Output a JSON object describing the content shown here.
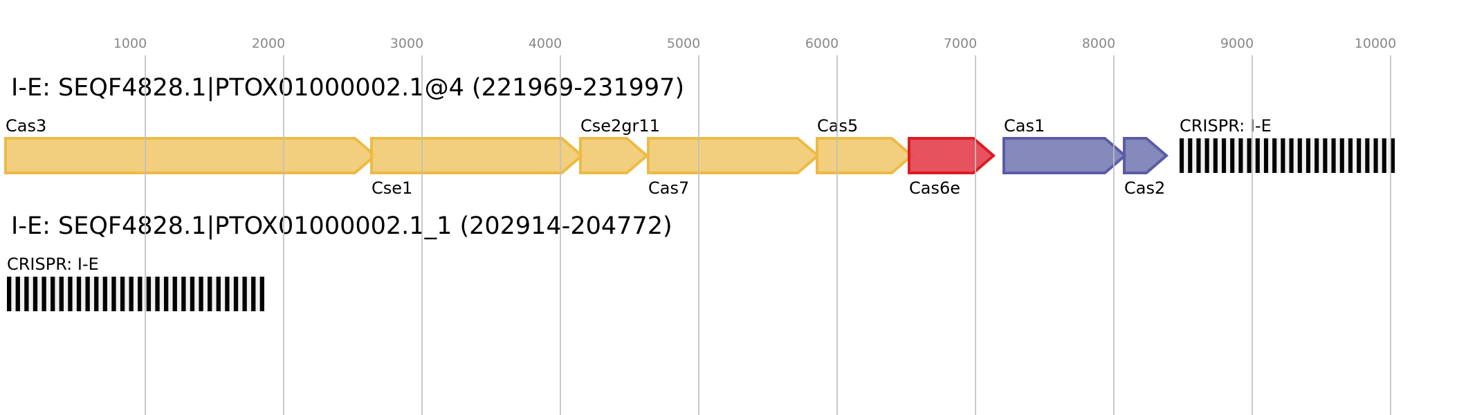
{
  "axis": {
    "ticks": [
      1000,
      2000,
      3000,
      4000,
      5000,
      6000,
      7000,
      8000,
      9000,
      10000
    ],
    "max_bp": 10500
  },
  "colors": {
    "yellow": {
      "fill": "#f0cb73",
      "stroke": "#ecba45"
    },
    "red": {
      "fill": "#e4434f",
      "stroke": "#dc1c24"
    },
    "blue": {
      "fill": "#7b7fb5",
      "stroke": "#5a5ca6"
    },
    "crispr_bar": "#000000",
    "crispr_bg": "#f0f0f0",
    "grid": "#c0c0c0"
  },
  "loci": [
    {
      "title": "I-E: SEQF4828.1|PTOX01000002.1@4 (221969-231997)",
      "features": [
        {
          "type": "gene",
          "label": "Cas3",
          "start": -10,
          "end": 2660,
          "color": "yellow",
          "label_pos": "above"
        },
        {
          "type": "gene",
          "label": "Cse1",
          "start": 2635,
          "end": 4155,
          "color": "yellow",
          "label_pos": "below"
        },
        {
          "type": "gene",
          "label": "Cse2gr11",
          "start": 4145,
          "end": 4625,
          "color": "yellow",
          "label_pos": "above"
        },
        {
          "type": "gene",
          "label": "Cas7",
          "start": 4635,
          "end": 5860,
          "color": "yellow",
          "label_pos": "below"
        },
        {
          "type": "gene",
          "label": "Cas5",
          "start": 5855,
          "end": 6540,
          "color": "yellow",
          "label_pos": "above"
        },
        {
          "type": "gene",
          "label": "Cas6e",
          "start": 6520,
          "end": 7130,
          "color": "red",
          "label_pos": "below"
        },
        {
          "type": "gene",
          "label": "Cas1",
          "start": 7205,
          "end": 8080,
          "color": "blue",
          "label_pos": "above"
        },
        {
          "type": "gene",
          "label": "Cas2",
          "start": 8075,
          "end": 8380,
          "color": "blue",
          "label_pos": "below"
        },
        {
          "type": "crispr",
          "label": "CRISPR: I-E",
          "start": 8475,
          "end": 10030,
          "repeats": 26,
          "label_pos": "above"
        }
      ]
    },
    {
      "title": "I-E: SEQF4828.1|PTOX01000002.1_1 (202914-204772)",
      "features": [
        {
          "type": "crispr",
          "label": "CRISPR: I-E",
          "start": 0,
          "end": 1860,
          "repeats": 30,
          "label_pos": "above"
        }
      ]
    }
  ]
}
